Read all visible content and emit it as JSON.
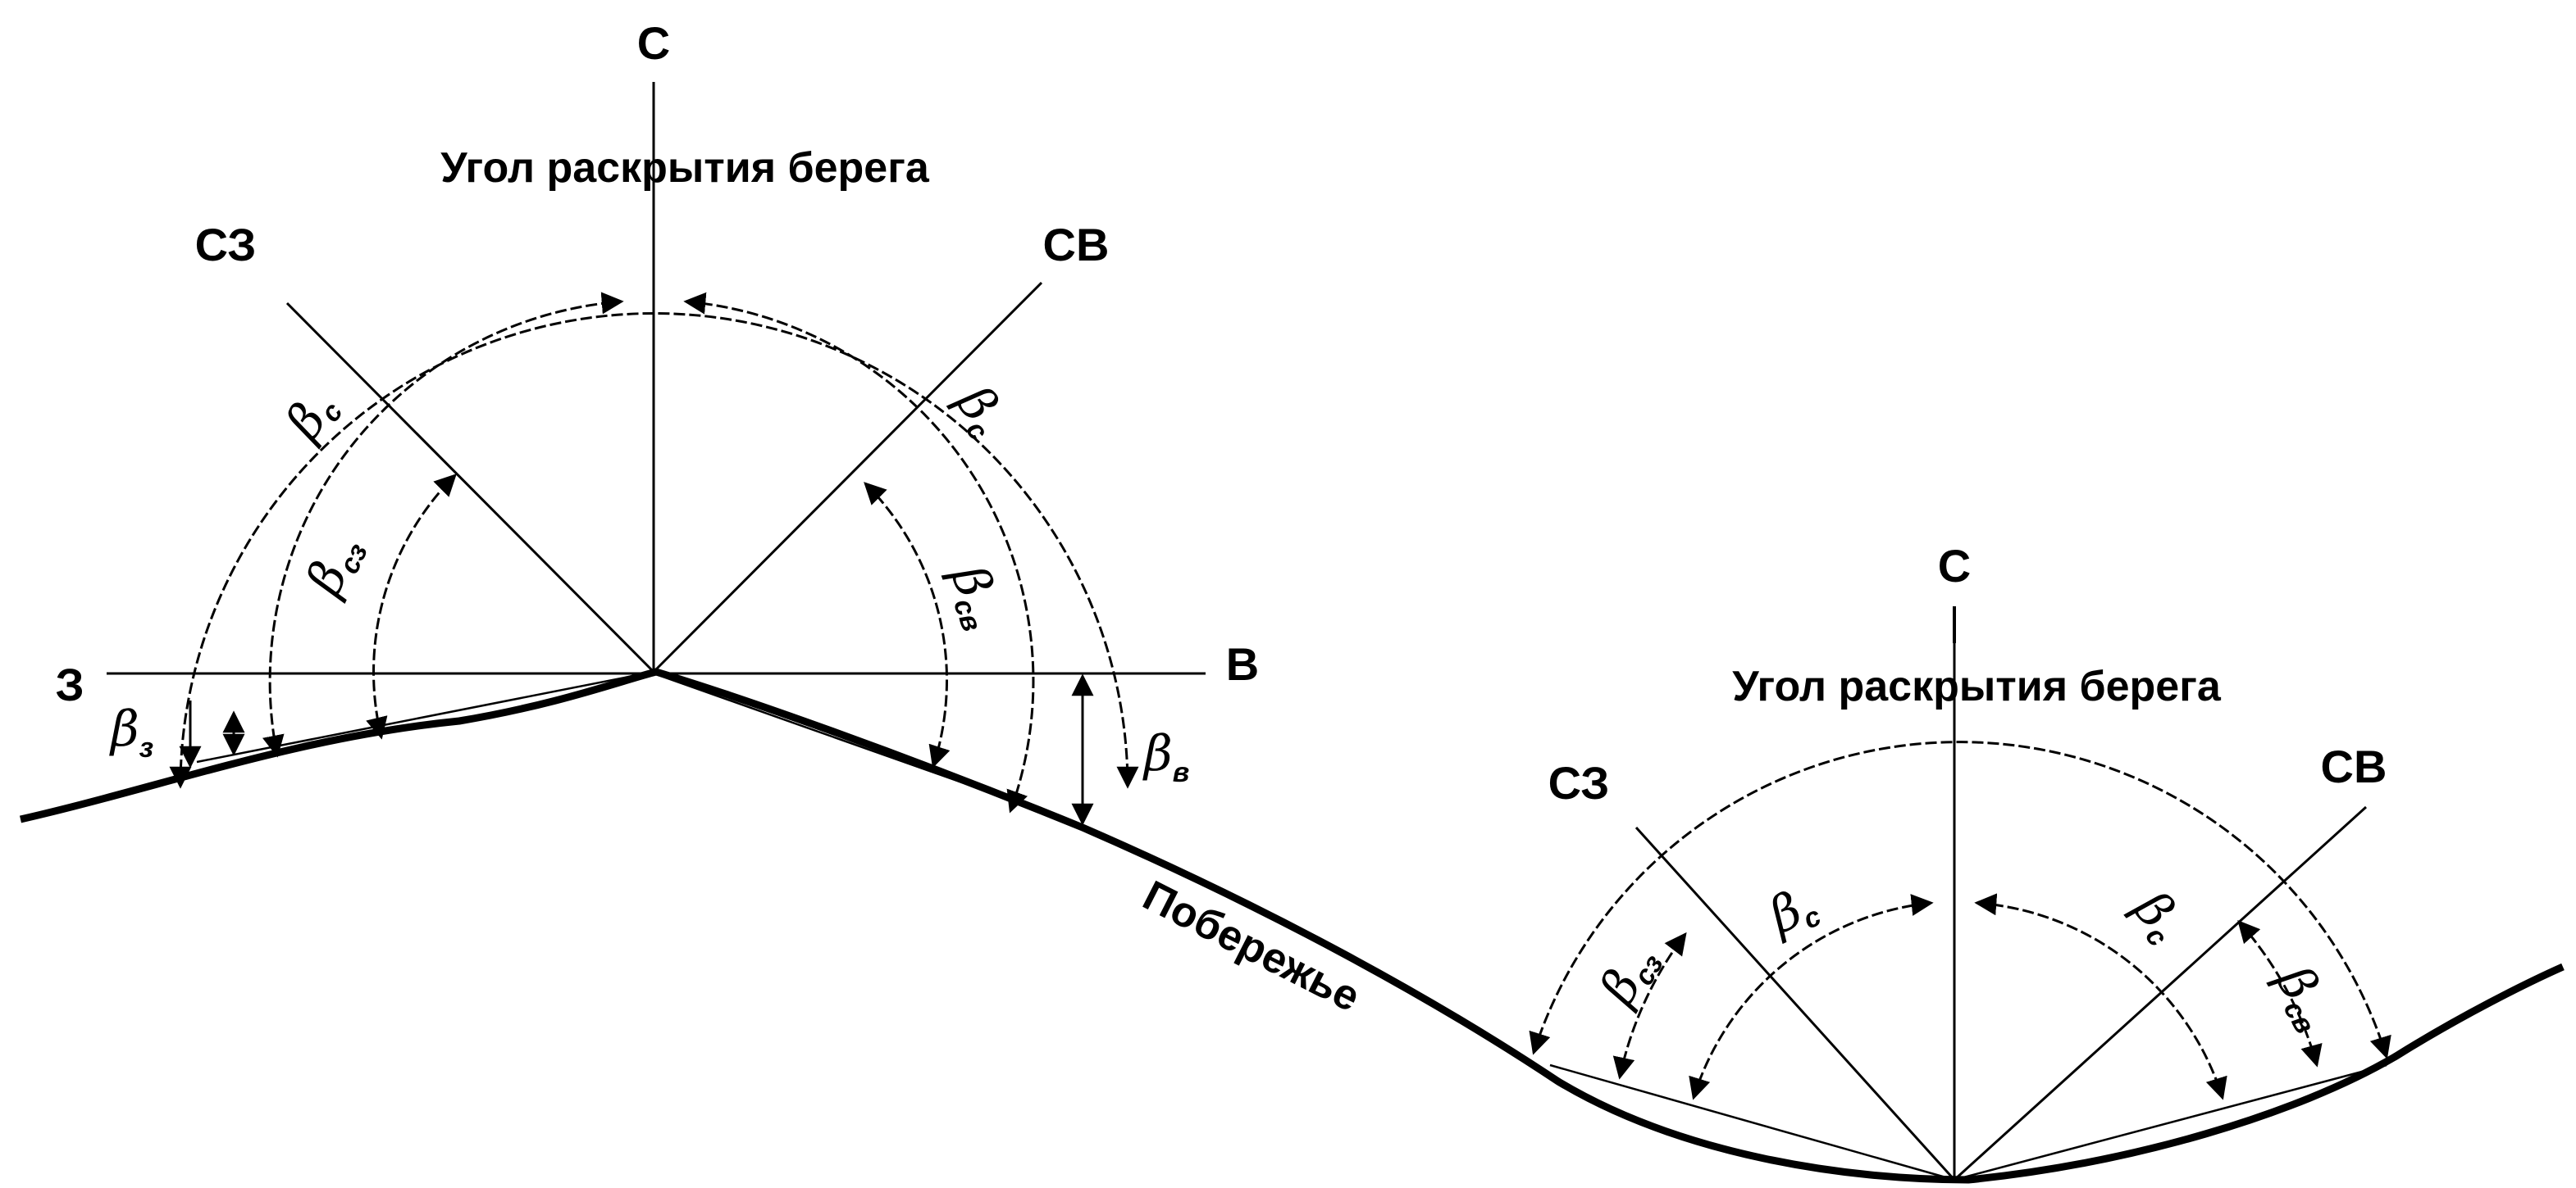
{
  "diagram": {
    "left": {
      "title": "Угол раскрытия берега",
      "north": "С",
      "northwest": "СЗ",
      "northeast": "СВ",
      "west": "З",
      "east": "В",
      "beta_c_left": {
        "sym": "β",
        "sub": "с"
      },
      "beta_c_right": {
        "sym": "β",
        "sub": "с"
      },
      "beta_nw": {
        "sym": "β",
        "sub": "сз"
      },
      "beta_ne": {
        "sym": "β",
        "sub": "св"
      },
      "beta_w": {
        "sym": "β",
        "sub": "з"
      },
      "beta_e": {
        "sym": "β",
        "sub": "в"
      }
    },
    "coast_label": "Побережье",
    "right": {
      "title": "Угол раскрытия берега",
      "north": "С",
      "northwest": "СЗ",
      "northeast": "СВ",
      "beta_c_left": {
        "sym": "β",
        "sub": "с"
      },
      "beta_c_right": {
        "sym": "β",
        "sub": "с"
      },
      "beta_nw": {
        "sym": "β",
        "sub": "сз"
      },
      "beta_ne": {
        "sym": "β",
        "sub": "св"
      }
    }
  }
}
